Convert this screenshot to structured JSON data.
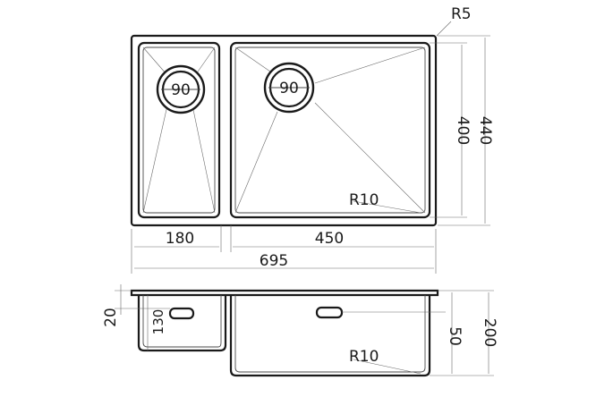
{
  "top_view": {
    "corner_radius_outer": "R5",
    "corner_radius_inner": "R10",
    "small_bowl_drain": "90",
    "large_bowl_drain": "90",
    "width_small_bowl": "180",
    "width_large_bowl": "450",
    "width_total": "695",
    "height_inner": "400",
    "height_outer": "440"
  },
  "side_view": {
    "flange_height": "20",
    "small_bowl_depth": "130",
    "overflow_offset": "50",
    "total_depth": "200",
    "bottom_radius": "R10"
  }
}
